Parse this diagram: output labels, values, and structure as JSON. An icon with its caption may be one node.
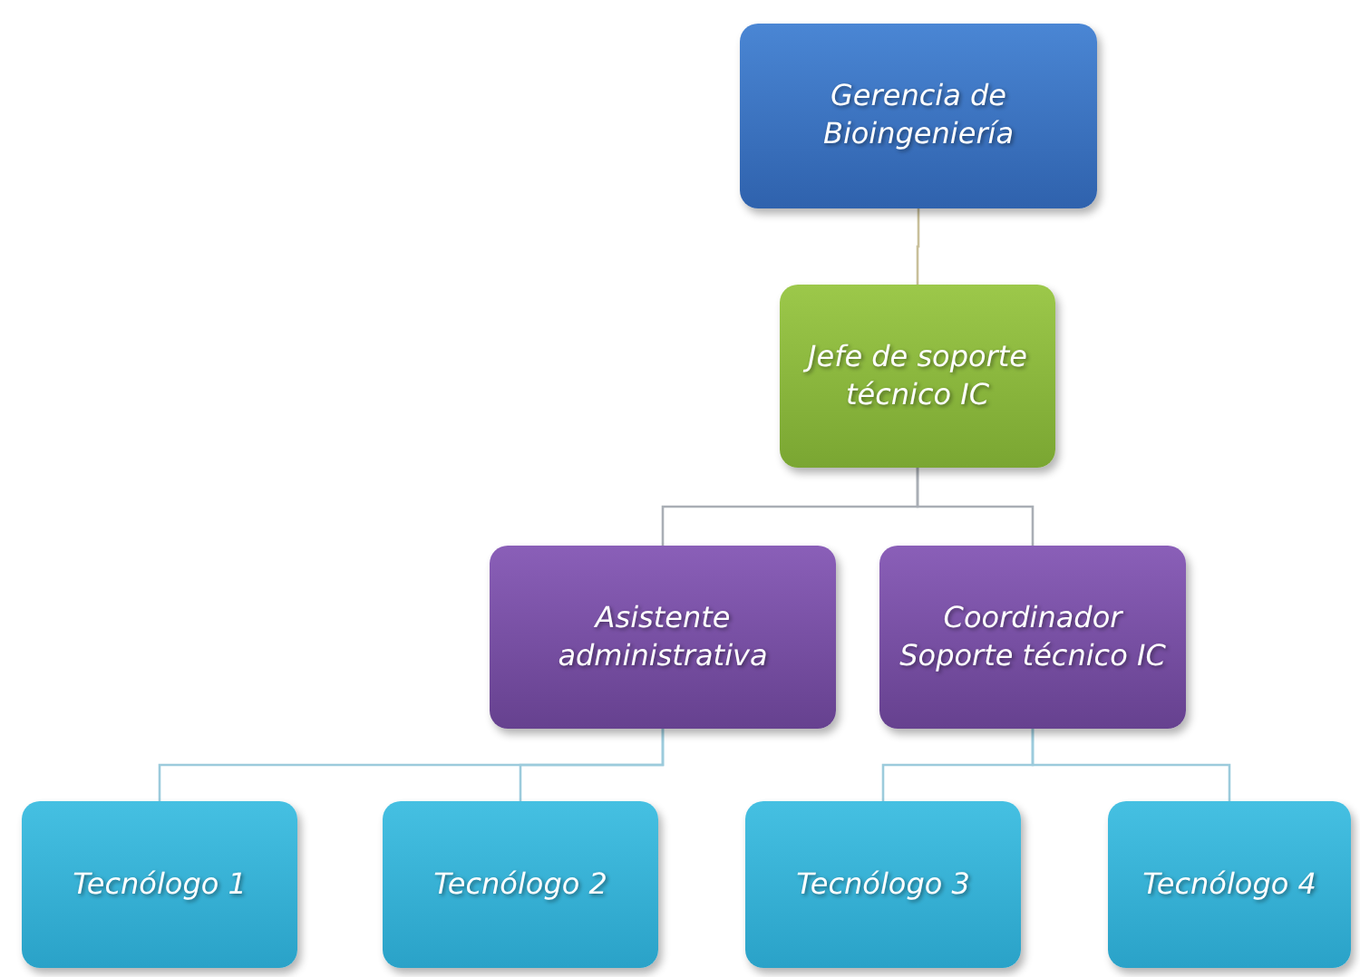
{
  "diagram": {
    "nodes": [
      {
        "text": [
          "Gerencia de Bioingeniería"
        ]
      },
      {
        "text": [
          "Jefe de soporte técnico IC"
        ]
      },
      {
        "text": [
          "Asistente administrativa"
        ]
      },
      {
        "text": [
          "Coordinador Soporte técnico IC"
        ]
      },
      {
        "text": [
          "Tecnólogo 1"
        ]
      },
      {
        "text": [
          "Tecnólogo 2"
        ]
      },
      {
        "text": [
          "Tecnólogo 3"
        ]
      },
      {
        "text": [
          "Tecnólogo 4"
        ]
      }
    ],
    "edges": [
      {
        "from": 0,
        "to": 1,
        "arrow": "none",
        "color": "#c8bf9a"
      },
      {
        "from": 1,
        "to": 2,
        "arrow": "none",
        "color": "#a9aeb5"
      },
      {
        "from": 1,
        "to": 3,
        "arrow": "none",
        "color": "#a9aeb5"
      },
      {
        "from": 2,
        "to": 4,
        "arrow": "none"
      },
      {
        "from": 2,
        "to": 5,
        "arrow": "none"
      },
      {
        "from": 3,
        "to": 6,
        "arrow": "none"
      },
      {
        "from": 3,
        "to": 7,
        "arrow": "none"
      }
    ]
  }
}
